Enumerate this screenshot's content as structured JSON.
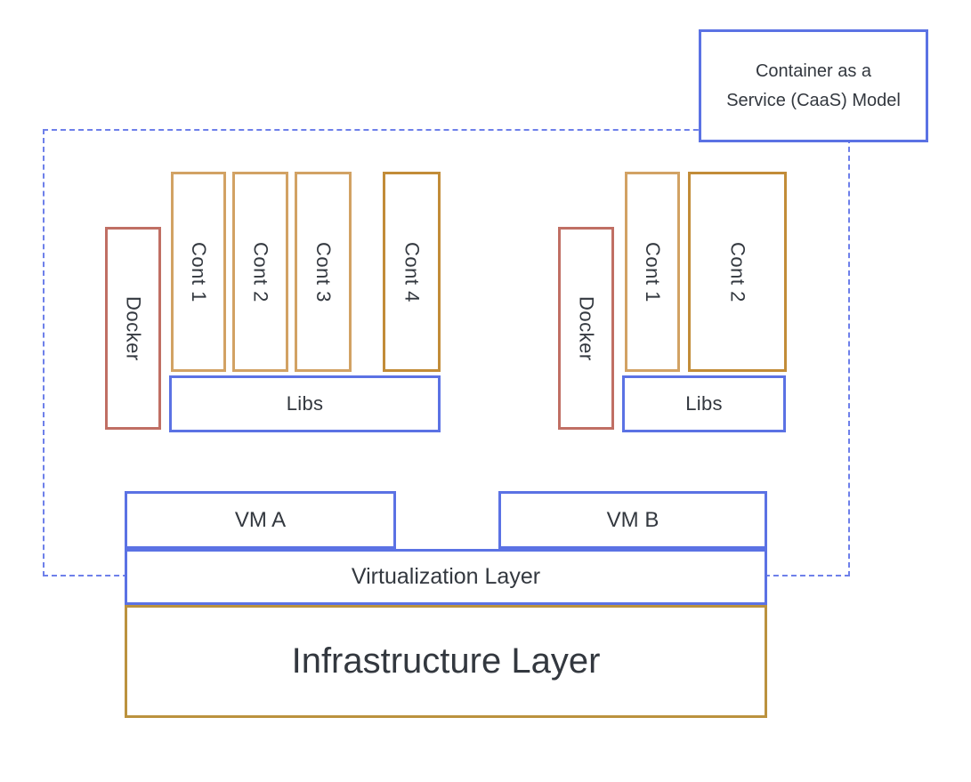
{
  "title_box": {
    "line1": "Container as a",
    "line2": "Service (CaaS) Model"
  },
  "left_group": {
    "docker": "Docker",
    "cont1": "Cont 1",
    "cont2": "Cont 2",
    "cont3": "Cont 3",
    "cont4": "Cont 4",
    "libs": "Libs"
  },
  "right_group": {
    "docker": "Docker",
    "cont1": "Cont 1",
    "cont2": "Cont 2",
    "libs": "Libs"
  },
  "layers": {
    "vm_a": "VM A",
    "vm_b": "VM B",
    "virtualization": "Virtualization Layer",
    "infrastructure": "Infrastructure Layer"
  },
  "colors": {
    "blue": "#5b72e4",
    "dash": "#6e80ea",
    "tan": "#d2a264",
    "gold": "#c28c38",
    "infra": "#bb923e",
    "red": "#c06f64",
    "ink": "#33383f"
  }
}
